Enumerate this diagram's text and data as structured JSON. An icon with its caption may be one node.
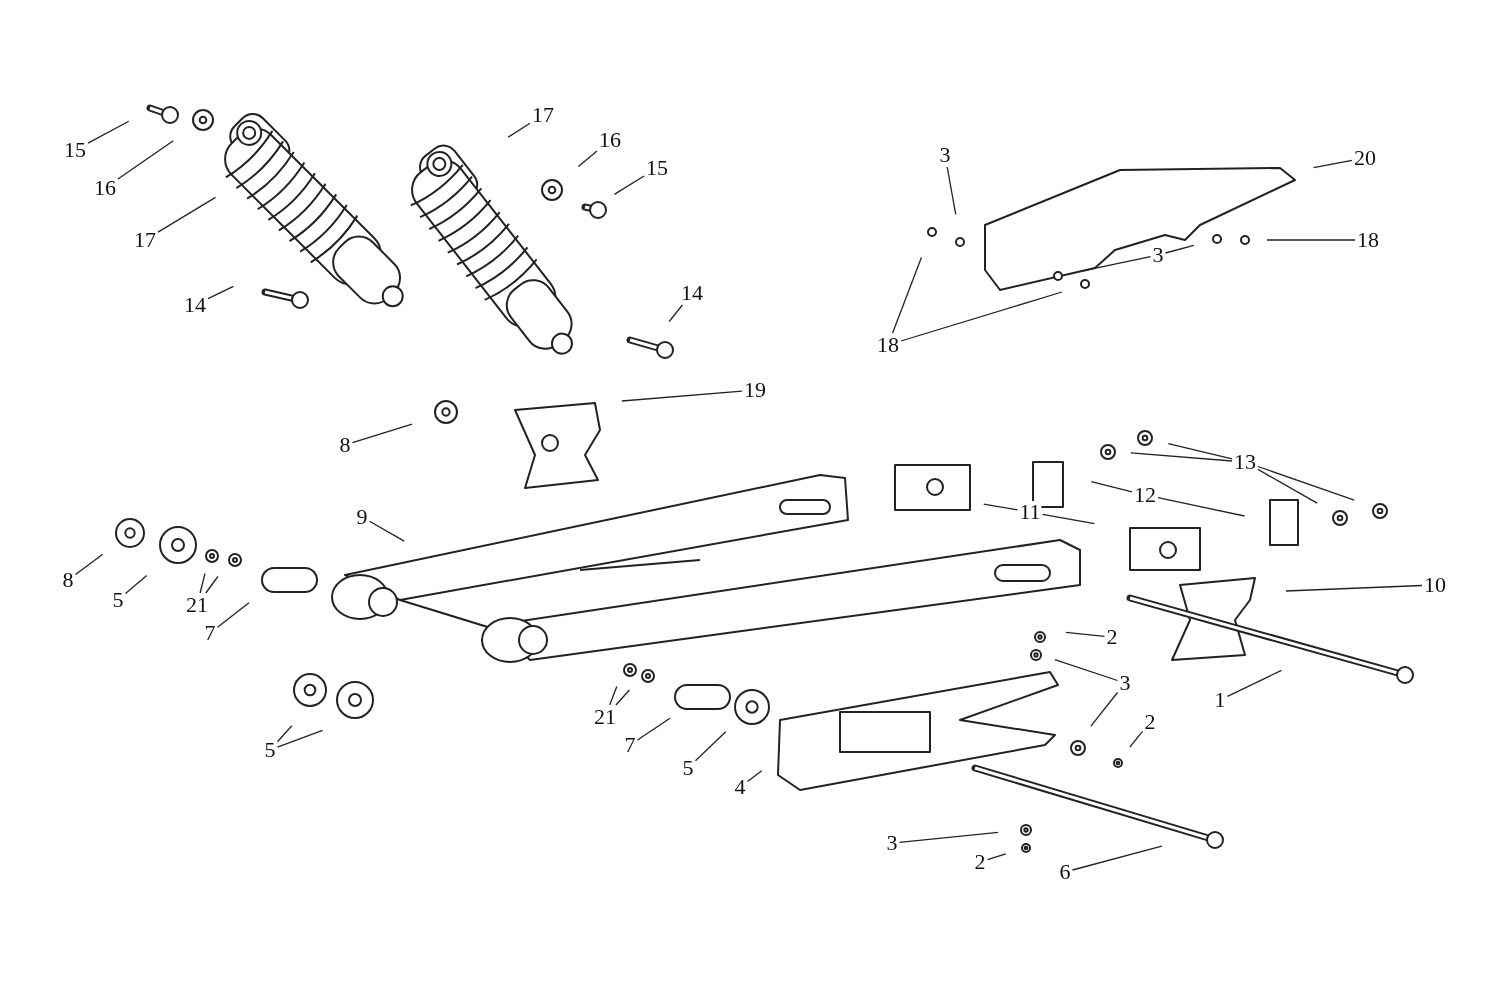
{
  "diagram": {
    "nodes": [
      {
        "text": [
          "15"
        ]
      },
      {
        "text": [
          "16"
        ]
      },
      {
        "text": [
          "17"
        ]
      },
      {
        "text": [
          "14"
        ]
      },
      {
        "text": [
          "17"
        ]
      },
      {
        "text": [
          "16"
        ]
      },
      {
        "text": [
          "15"
        ]
      },
      {
        "text": [
          "14"
        ]
      },
      {
        "text": [
          "3"
        ]
      },
      {
        "text": [
          "20"
        ]
      },
      {
        "text": [
          "18"
        ]
      },
      {
        "text": [
          "3"
        ]
      },
      {
        "text": [
          "18"
        ]
      },
      {
        "text": [
          "19"
        ]
      },
      {
        "text": [
          "8"
        ]
      },
      {
        "text": [
          "13"
        ]
      },
      {
        "text": [
          "12"
        ]
      },
      {
        "text": [
          "11"
        ]
      },
      {
        "text": [
          "9"
        ]
      },
      {
        "text": [
          "8"
        ]
      },
      {
        "text": [
          "5"
        ]
      },
      {
        "text": [
          "21"
        ]
      },
      {
        "text": [
          "10"
        ]
      },
      {
        "text": [
          "7"
        ]
      },
      {
        "text": [
          "2"
        ]
      },
      {
        "text": [
          "3"
        ]
      },
      {
        "text": [
          "1"
        ]
      },
      {
        "text": [
          "21"
        ]
      },
      {
        "text": [
          "5"
        ]
      },
      {
        "text": [
          "7"
        ]
      },
      {
        "text": [
          "2"
        ]
      },
      {
        "text": [
          "5"
        ]
      },
      {
        "text": [
          "4"
        ]
      },
      {
        "text": [
          "3"
        ]
      },
      {
        "text": [
          "2"
        ]
      },
      {
        "text": [
          "6"
        ]
      }
    ],
    "edges": [
      {
        "from": 0,
        "to": null,
        "arrow": "none"
      },
      {
        "from": 1,
        "to": null,
        "arrow": "none"
      },
      {
        "from": 2,
        "to": null,
        "arrow": "none"
      },
      {
        "from": 3,
        "to": null,
        "arrow": "none"
      },
      {
        "from": 4,
        "to": null,
        "arrow": "none"
      },
      {
        "from": 5,
        "to": null,
        "arrow": "none"
      },
      {
        "from": 6,
        "to": null,
        "arrow": "none"
      },
      {
        "from": 7,
        "to": null,
        "arrow": "none"
      },
      {
        "from": 8,
        "to": null,
        "arrow": "none"
      },
      {
        "from": 9,
        "to": null,
        "arrow": "none"
      },
      {
        "from": 10,
        "to": null,
        "arrow": "none"
      },
      {
        "from": 11,
        "to": null,
        "arrow": "none"
      },
      {
        "from": 11,
        "to": null,
        "arrow": "none"
      },
      {
        "from": 12,
        "to": null,
        "arrow": "none"
      },
      {
        "from": 12,
        "to": null,
        "arrow": "none"
      },
      {
        "from": 13,
        "to": null,
        "arrow": "none"
      },
      {
        "from": 14,
        "to": null,
        "arrow": "none"
      },
      {
        "from": 15,
        "to": null,
        "arrow": "none"
      },
      {
        "from": 15,
        "to": null,
        "arrow": "none"
      },
      {
        "from": 15,
        "to": null,
        "arrow": "none"
      },
      {
        "from": 15,
        "to": null,
        "arrow": "none"
      },
      {
        "from": 16,
        "to": null,
        "arrow": "none"
      },
      {
        "from": 16,
        "to": null,
        "arrow": "none"
      },
      {
        "from": 17,
        "to": null,
        "arrow": "none"
      },
      {
        "from": 17,
        "to": null,
        "arrow": "none"
      },
      {
        "from": 18,
        "to": null,
        "arrow": "none"
      },
      {
        "from": 19,
        "to": null,
        "arrow": "none"
      },
      {
        "from": 20,
        "to": null,
        "arrow": "none"
      },
      {
        "from": 21,
        "to": null,
        "arrow": "none"
      },
      {
        "from": 21,
        "to": null,
        "arrow": "none"
      },
      {
        "from": 22,
        "to": null,
        "arrow": "none"
      },
      {
        "from": 23,
        "to": null,
        "arrow": "none"
      },
      {
        "from": 24,
        "to": null,
        "arrow": "none"
      },
      {
        "from": 25,
        "to": null,
        "arrow": "none"
      },
      {
        "from": 25,
        "to": null,
        "arrow": "none"
      },
      {
        "from": 26,
        "to": null,
        "arrow": "none"
      },
      {
        "from": 27,
        "to": null,
        "arrow": "none"
      },
      {
        "from": 27,
        "to": null,
        "arrow": "none"
      },
      {
        "from": 28,
        "to": null,
        "arrow": "none"
      },
      {
        "from": 28,
        "to": null,
        "arrow": "none"
      },
      {
        "from": 29,
        "to": null,
        "arrow": "none"
      },
      {
        "from": 30,
        "to": null,
        "arrow": "none"
      },
      {
        "from": 31,
        "to": null,
        "arrow": "none"
      },
      {
        "from": 32,
        "to": null,
        "arrow": "none"
      },
      {
        "from": 33,
        "to": null,
        "arrow": "none"
      },
      {
        "from": 34,
        "to": null,
        "arrow": "none"
      },
      {
        "from": 35,
        "to": null,
        "arrow": "none"
      }
    ]
  }
}
